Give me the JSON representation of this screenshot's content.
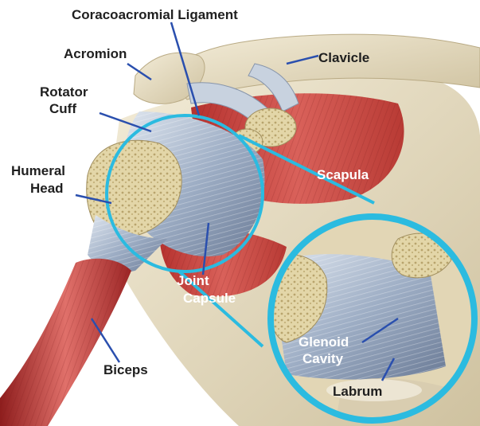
{
  "labels": {
    "coracoacromial_ligament": "Coracoacromial Ligament",
    "acromion": "Acromion",
    "clavicle": "Clavicle",
    "rotator_cuff_line1": "Rotator",
    "rotator_cuff_line2": "Cuff",
    "humeral_head_line1": "Humeral",
    "humeral_head_line2": "Head",
    "scapula": "Scapula",
    "joint_capsule_line1": "Joint",
    "joint_capsule_line2": "Capsule",
    "glenoid_cavity_line1": "Glenoid",
    "glenoid_cavity_line2": "Cavity",
    "labrum": "Labrum",
    "biceps": "Biceps"
  },
  "colors": {
    "bone": "#e6dcc3",
    "muscle": "#c8463e",
    "capsule": "#aab8cc",
    "pointer": "#2a4fae",
    "magnifier_ring": "#2bbbe0"
  }
}
